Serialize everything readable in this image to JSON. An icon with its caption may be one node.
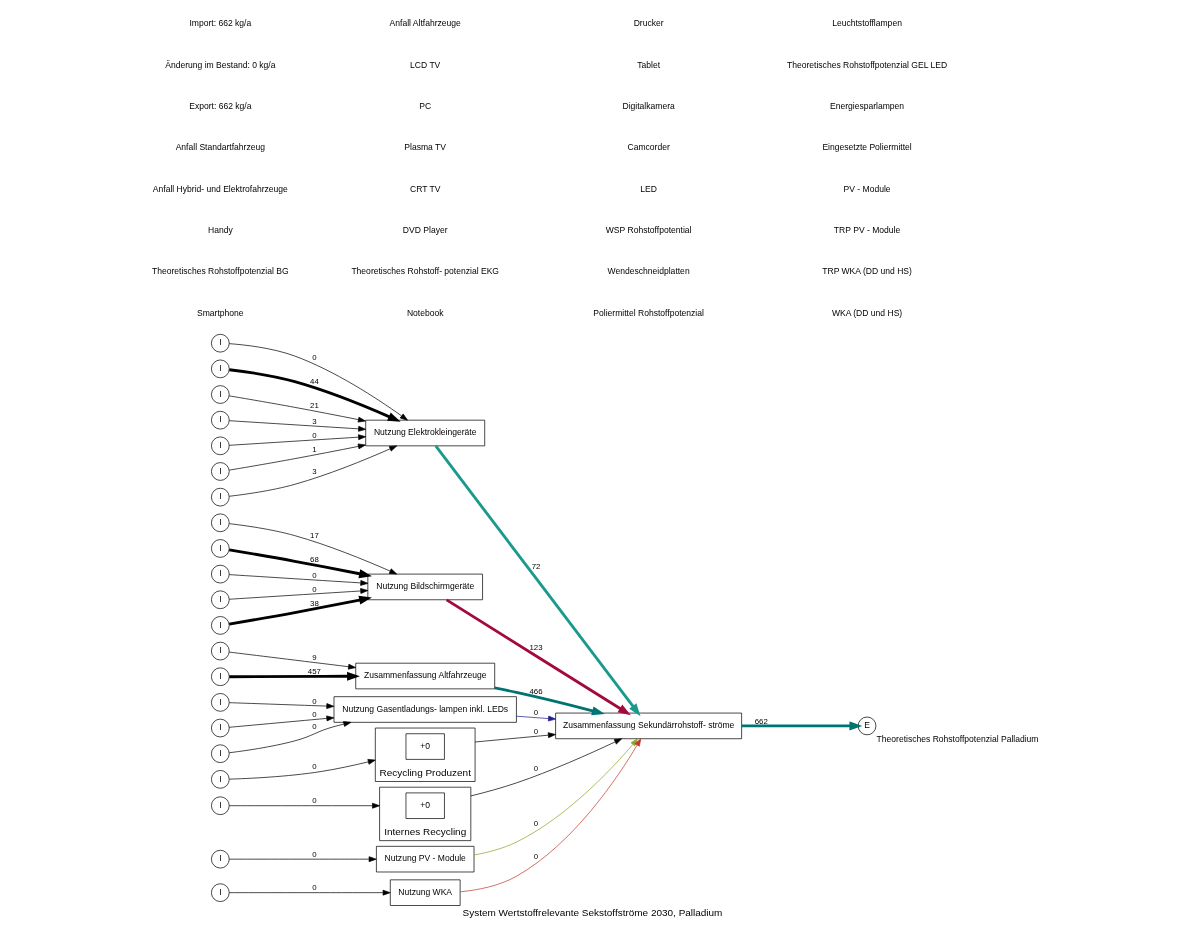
{
  "diagram": {
    "caption": "System Wertstoffrelevante Sekstoffströme 2030, Palladium",
    "nodes": [
      {
        "text": [
          "I"
        ]
      },
      {
        "text": [
          "I"
        ]
      },
      {
        "text": [
          "Zusammenfassung Altfahrzeuge"
        ]
      },
      {
        "text": [
          "Nutzung Elektrokleingeräte"
        ]
      },
      {
        "text": [
          "Zusammenfassung Sekundärrohstoff- ströme"
        ]
      },
      {
        "text": [
          "Nutzung Bildschirmgeräte"
        ]
      },
      {
        "text": [
          "Nutzung Gasentladungs- lampen inkl. LEDs"
        ]
      },
      {
        "text": [
          "Recycling Produzent"
        ]
      },
      {
        "text": [
          "+0"
        ],
        "in": 7
      },
      {
        "text": [
          "Internes Recycling"
        ]
      },
      {
        "text": [
          "+0"
        ],
        "in": 9
      },
      {
        "text": [
          "Nutzung PV - Module"
        ]
      },
      {
        "text": [
          "Nutzung WKA"
        ]
      },
      {
        "text": [
          "E"
        ],
        "beside": [
          "Theoretisches Rohstoffpotenzial Palladium"
        ]
      },
      {
        "text": [
          "I"
        ]
      },
      {
        "text": [
          "I"
        ]
      },
      {
        "text": [
          "I"
        ]
      },
      {
        "text": [
          "I"
        ]
      },
      {
        "text": [
          "I"
        ]
      },
      {
        "text": [
          "I"
        ]
      },
      {
        "text": [
          "I"
        ]
      },
      {
        "text": [
          "I"
        ]
      },
      {
        "text": [
          "I"
        ]
      },
      {
        "text": [
          "I"
        ]
      },
      {
        "text": [
          "I"
        ]
      },
      {
        "text": [
          "I"
        ]
      },
      {
        "text": [
          "I"
        ]
      },
      {
        "text": [
          "I"
        ]
      },
      {
        "text": [
          "I"
        ]
      },
      {
        "text": [
          "I"
        ]
      },
      {
        "text": [
          "I"
        ]
      },
      {
        "text": [
          "I"
        ]
      },
      {
        "text": [
          "I"
        ]
      }
    ],
    "edges": [
      {
        "from": 0,
        "to": 2,
        "arrow": "to",
        "label": "457",
        "style": "thick",
        "color": "#000000"
      },
      {
        "from": 1,
        "to": 2,
        "arrow": "to",
        "label": "9"
      },
      {
        "from": 2,
        "to": 4,
        "arrow": "to",
        "label": "466",
        "style": "thick",
        "color": "#007373"
      },
      {
        "from": 14,
        "to": 3,
        "arrow": "to",
        "label": "0"
      },
      {
        "from": 15,
        "to": 3,
        "arrow": "to",
        "label": "44",
        "style": "thick",
        "color": "#000000"
      },
      {
        "from": 16,
        "to": 3,
        "arrow": "to",
        "label": "21"
      },
      {
        "from": 17,
        "to": 3,
        "arrow": "to",
        "label": "3"
      },
      {
        "from": 18,
        "to": 3,
        "arrow": "to",
        "label": "0"
      },
      {
        "from": 19,
        "to": 3,
        "arrow": "to",
        "label": "1"
      },
      {
        "from": 20,
        "to": 3,
        "arrow": "to",
        "label": "3"
      },
      {
        "from": 3,
        "to": 4,
        "arrow": "to",
        "label": "72",
        "style": "thick",
        "color": "#1a9a8c"
      },
      {
        "from": 21,
        "to": 5,
        "arrow": "to",
        "label": "68",
        "style": "thick",
        "color": "#000000"
      },
      {
        "from": 22,
        "to": 5,
        "arrow": "to",
        "label": "0"
      },
      {
        "from": 23,
        "to": 5,
        "arrow": "to",
        "label": "0"
      },
      {
        "from": 24,
        "to": 5,
        "arrow": "to",
        "label": "38",
        "style": "thick",
        "color": "#000000"
      },
      {
        "from": 25,
        "to": 5,
        "arrow": "to",
        "label": "17"
      },
      {
        "from": 5,
        "to": 4,
        "arrow": "to",
        "label": "123",
        "style": "thick",
        "color": "#a3093f"
      },
      {
        "from": 26,
        "to": 6,
        "arrow": "to",
        "label": "0"
      },
      {
        "from": 27,
        "to": 6,
        "arrow": "to",
        "label": "0"
      },
      {
        "from": 28,
        "to": 6,
        "arrow": "to",
        "label": "0"
      },
      {
        "from": 6,
        "to": 4,
        "arrow": "to",
        "label": "0",
        "color": "#1f1f8f"
      },
      {
        "from": 30,
        "to": 7,
        "arrow": "to",
        "label": "0"
      },
      {
        "from": 7,
        "to": 4,
        "arrow": "to",
        "label": "0"
      },
      {
        "from": 31,
        "to": 9,
        "arrow": "to",
        "label": "0"
      },
      {
        "from": 9,
        "to": 4,
        "arrow": "to",
        "label": "0"
      },
      {
        "from": 32,
        "to": 11,
        "arrow": "to",
        "label": "0"
      },
      {
        "from": 11,
        "to": 4,
        "arrow": "to",
        "label": "0",
        "color": "#8aa524"
      },
      {
        "from": 29,
        "to": 12,
        "arrow": "to",
        "label": "0"
      },
      {
        "from": 12,
        "to": 4,
        "arrow": "to",
        "label": "0",
        "color": "#c0392b"
      },
      {
        "from": 4,
        "to": 13,
        "arrow": "to",
        "label": "662",
        "style": "thick",
        "color": "#007373"
      }
    ],
    "labels": [
      "Import: 662 kg/a",
      "Änderung im Bestand: 0 kg/a",
      "Export: 662 kg/a",
      "Anfall Standartfahrzeug",
      "Anfall Hybrid- und Elektrofahrzeuge",
      "Handy",
      "Theoretisches Rohstoffpotenzial BG",
      "Smartphone",
      "Anfall Altfahrzeuge",
      "LCD TV",
      "PC",
      "Plasma TV",
      "CRT TV",
      "DVD Player",
      "Theoretisches Rohstoff- potenzial EKG",
      "Notebook",
      "Drucker",
      "Tablet",
      "Digitalkamera",
      "Camcorder",
      "LED",
      "WSP Rohstoffpotential",
      "Wendeschneidplatten",
      "Poliermittel Rohstoffpotenzial",
      "Leuchtstofflampen",
      "Theoretisches Rohstoffpotenzial GEL LED",
      "Energiesparlampen",
      "Eingesetzte Poliermittel",
      "PV - Module",
      "TRP PV - Module",
      "TRP WKA (DD und HS)",
      "WKA (DD und HS)"
    ]
  }
}
